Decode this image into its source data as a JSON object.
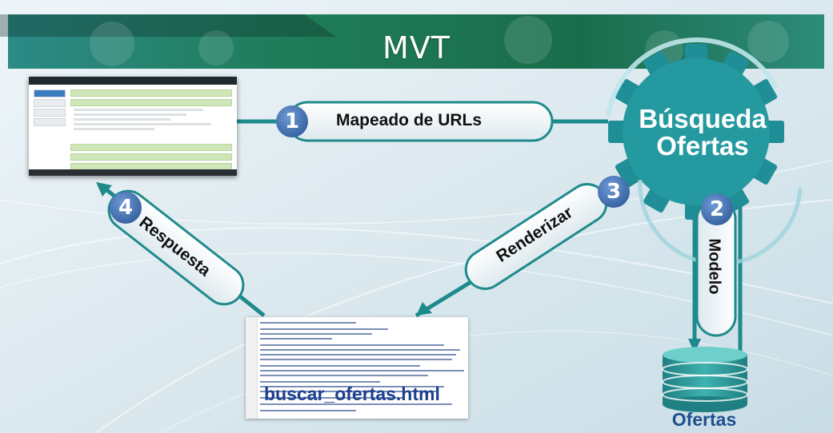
{
  "title": "MVT",
  "steps": [
    {
      "number": "1",
      "label": "Mapeado de URLs"
    },
    {
      "number": "2",
      "label": "Modelo"
    },
    {
      "number": "3",
      "label": "Renderizar"
    },
    {
      "number": "4",
      "label": "Respuesta"
    }
  ],
  "view": {
    "line1": "Búsqueda",
    "line2": "Ofertas"
  },
  "template_file": "buscar_ofertas.html",
  "database_label": "Ofertas",
  "colors": {
    "teal": "#178a8c",
    "badge_blue": "#2f5fa8",
    "header_green": "#1d7a5b",
    "text_blue": "#1d3f8f"
  }
}
